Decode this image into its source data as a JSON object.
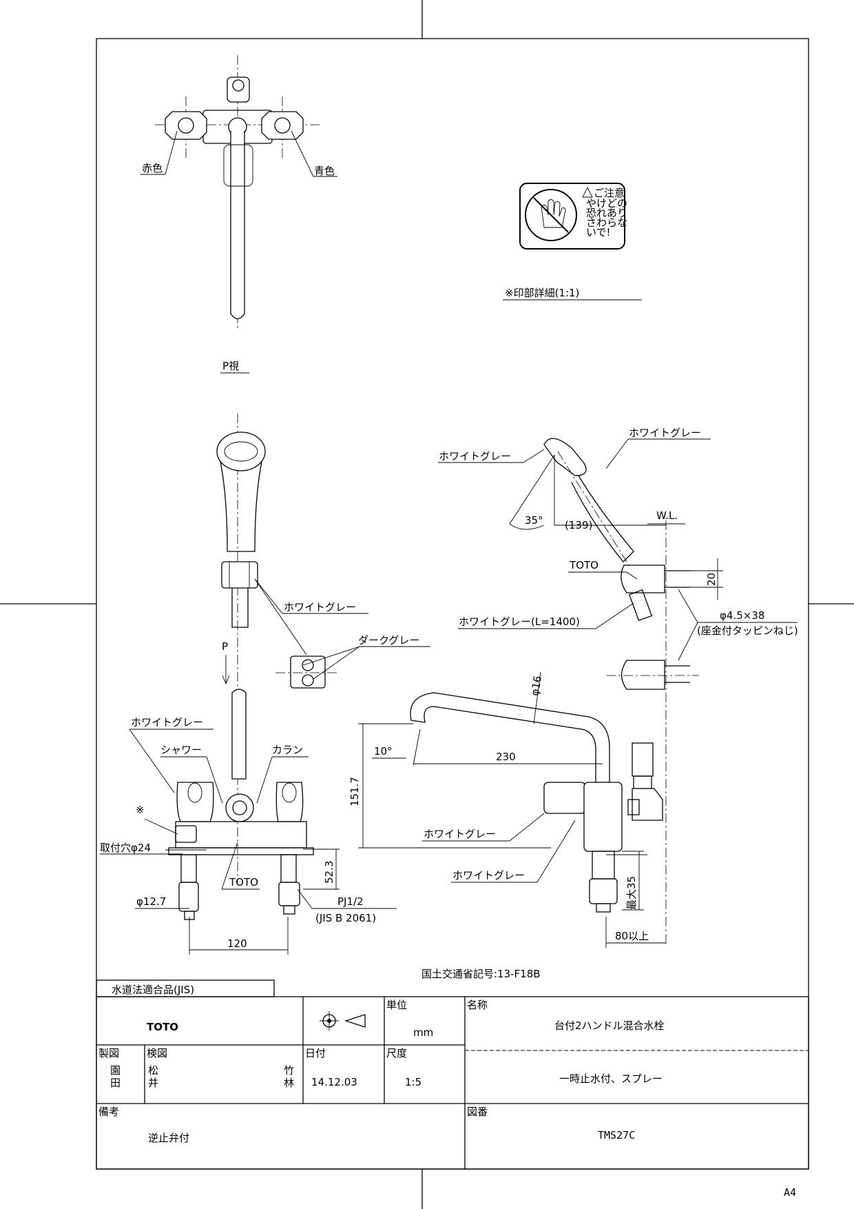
{
  "labels": {
    "red": "赤色",
    "blue": "青色",
    "p_view": "P視",
    "mark_detail": "※印部詳細(1:1)",
    "warning_title": "ご注意",
    "warning_l1": "やけどの",
    "warning_l2": "恐れあり",
    "warning_l3": "さわらな",
    "warning_l4": "いで!",
    "white_gray": "ホワイトグレー",
    "dark_gray": "ダークグレー",
    "shower": "シャワー",
    "karan": "カラン",
    "mark": "※",
    "mount_hole": "取付穴φ24",
    "toto_small": "TOTO",
    "d127": "φ12.7",
    "pj": "PJ1/2",
    "jis": "(JIS B 2061)",
    "dim_120": "120",
    "dim_523": "52.3",
    "dim_1517": "151.7",
    "dim_230": "230",
    "dim_10deg": "10°",
    "dim_16": "φ16",
    "dim_35deg": "35°",
    "dim_139": "(139)",
    "wl": "W.L.",
    "dim_20": "20",
    "screw": "φ4.5×38",
    "screw_note": "(座金付タッピンねじ)",
    "hose": "ホワイトグレー(L=1400)",
    "max35": "最大35",
    "over80": "80以上",
    "p_arrow": "P",
    "mlit": "国土交通省記号:13-F18B",
    "jis_box": "水道法適合品(JIS)",
    "sheet": "A4"
  },
  "title_block": {
    "logo": "TOTO",
    "unit_label": "単位",
    "unit_value": "mm",
    "name_label": "名称",
    "name_value": "台付2ハンドル混合水栓",
    "drawn_label": "製図",
    "drawn_value_1": "園",
    "drawn_value_2": "田",
    "checked_label": "検図",
    "checked_value_1": "松",
    "checked_value_2": "井",
    "checked_value_3": "竹",
    "checked_value_4": "林",
    "date_label": "日付",
    "date_value": "14.12.03",
    "scale_label": "尺度",
    "scale_value": "1:5",
    "sub_value": "一時止水付、スプレー",
    "remarks_label": "備考",
    "remarks_value": "逆止弁付",
    "drawing_no_label": "図番",
    "drawing_no_value": "TMS27C"
  }
}
